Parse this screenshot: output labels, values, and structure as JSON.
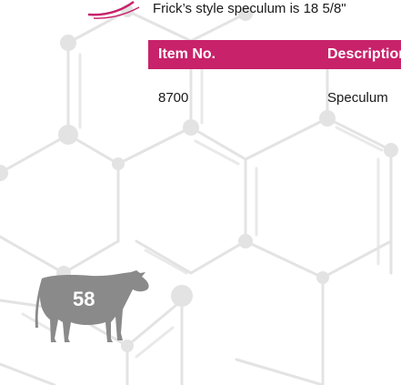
{
  "intro_text": "Frick’s style speculum is 18 5/8\"",
  "table": {
    "headers": [
      "Item No.",
      "Description"
    ],
    "rows": [
      [
        "8700",
        "Speculum"
      ]
    ]
  },
  "page_number": "58",
  "colors": {
    "header_bg": "#c8226a",
    "header_text": "#ffffff",
    "hex_pattern": "#e3e3e3",
    "cow": "#8a8a8a"
  },
  "icons": [
    "swoosh-logo-icon",
    "cow-icon"
  ]
}
